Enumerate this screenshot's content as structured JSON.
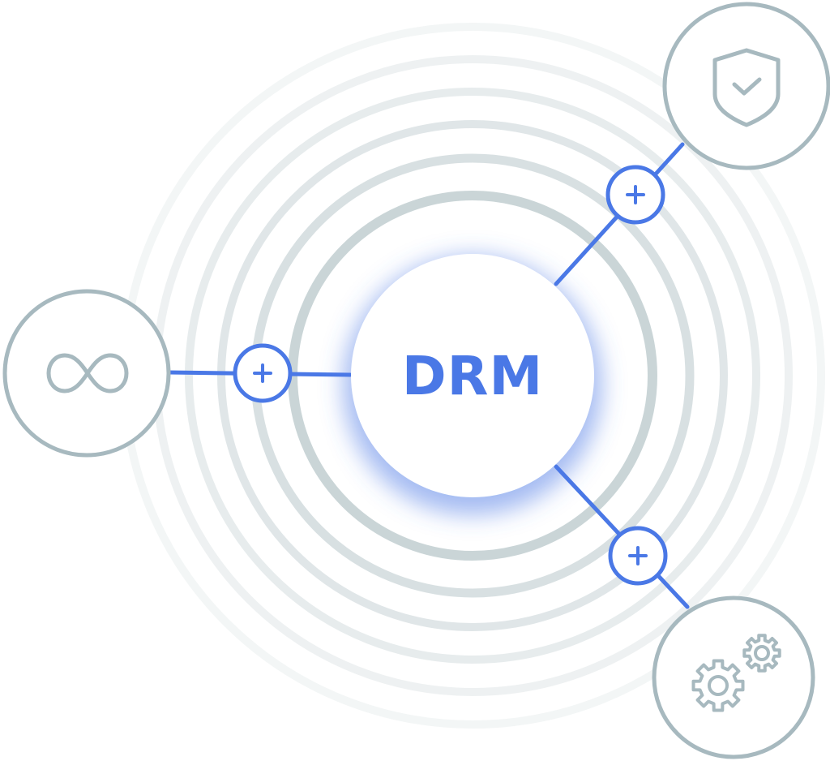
{
  "diagram": {
    "center": {
      "label": "DRM"
    },
    "nodes": [
      {
        "id": "security",
        "icon": "shield-check-icon"
      },
      {
        "id": "unlimited",
        "icon": "infinity-icon"
      },
      {
        "id": "settings",
        "icon": "gears-icon"
      }
    ],
    "connectors": [
      {
        "to": "security",
        "icon": "plus-icon"
      },
      {
        "to": "unlimited",
        "icon": "plus-icon"
      },
      {
        "to": "settings",
        "icon": "plus-icon"
      }
    ]
  },
  "colors": {
    "accent": "#4a78e6",
    "node_stroke": "#a7b9bf",
    "ring": "#c9d4d7",
    "background": "#ffffff"
  }
}
